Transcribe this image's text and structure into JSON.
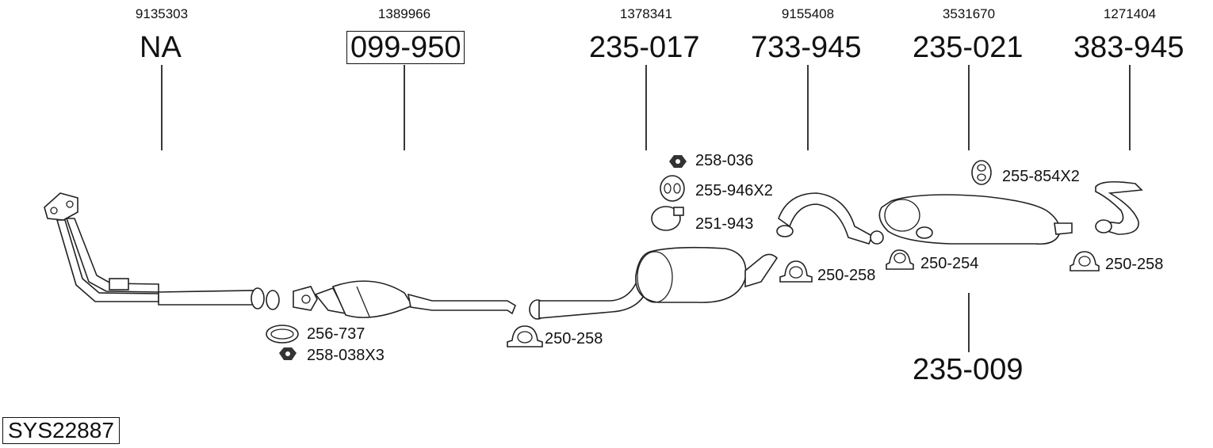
{
  "system_code": "SYS22887",
  "columns": [
    {
      "oe": "9135303",
      "part": "NA",
      "boxed": false
    },
    {
      "oe": "1389966",
      "part": "099-950",
      "boxed": true
    },
    {
      "oe": "1378341",
      "part": "235-017",
      "boxed": false
    },
    {
      "oe": "9155408",
      "part": "733-945",
      "boxed": false
    },
    {
      "oe": "3531670",
      "part": "235-021",
      "boxed": false
    },
    {
      "oe": "1271404",
      "part": "383-945",
      "boxed": false
    }
  ],
  "lower_part": "235-009",
  "accessories": {
    "gasket": "256-737",
    "nut_front": "258-038X3",
    "clamp_1": "250-258",
    "nut_mid": "258-036",
    "rubber_mid": "255-946X2",
    "clamp_strap": "251-943",
    "clamp_2": "250-258",
    "clamp_3": "250-254",
    "rubber_rear": "255-854X2",
    "clamp_4": "250-258"
  },
  "icons": [
    "flange-gasket-icon",
    "hex-nut-icon",
    "u-clamp-icon",
    "rubber-mount-icon",
    "strap-clamp-icon"
  ]
}
